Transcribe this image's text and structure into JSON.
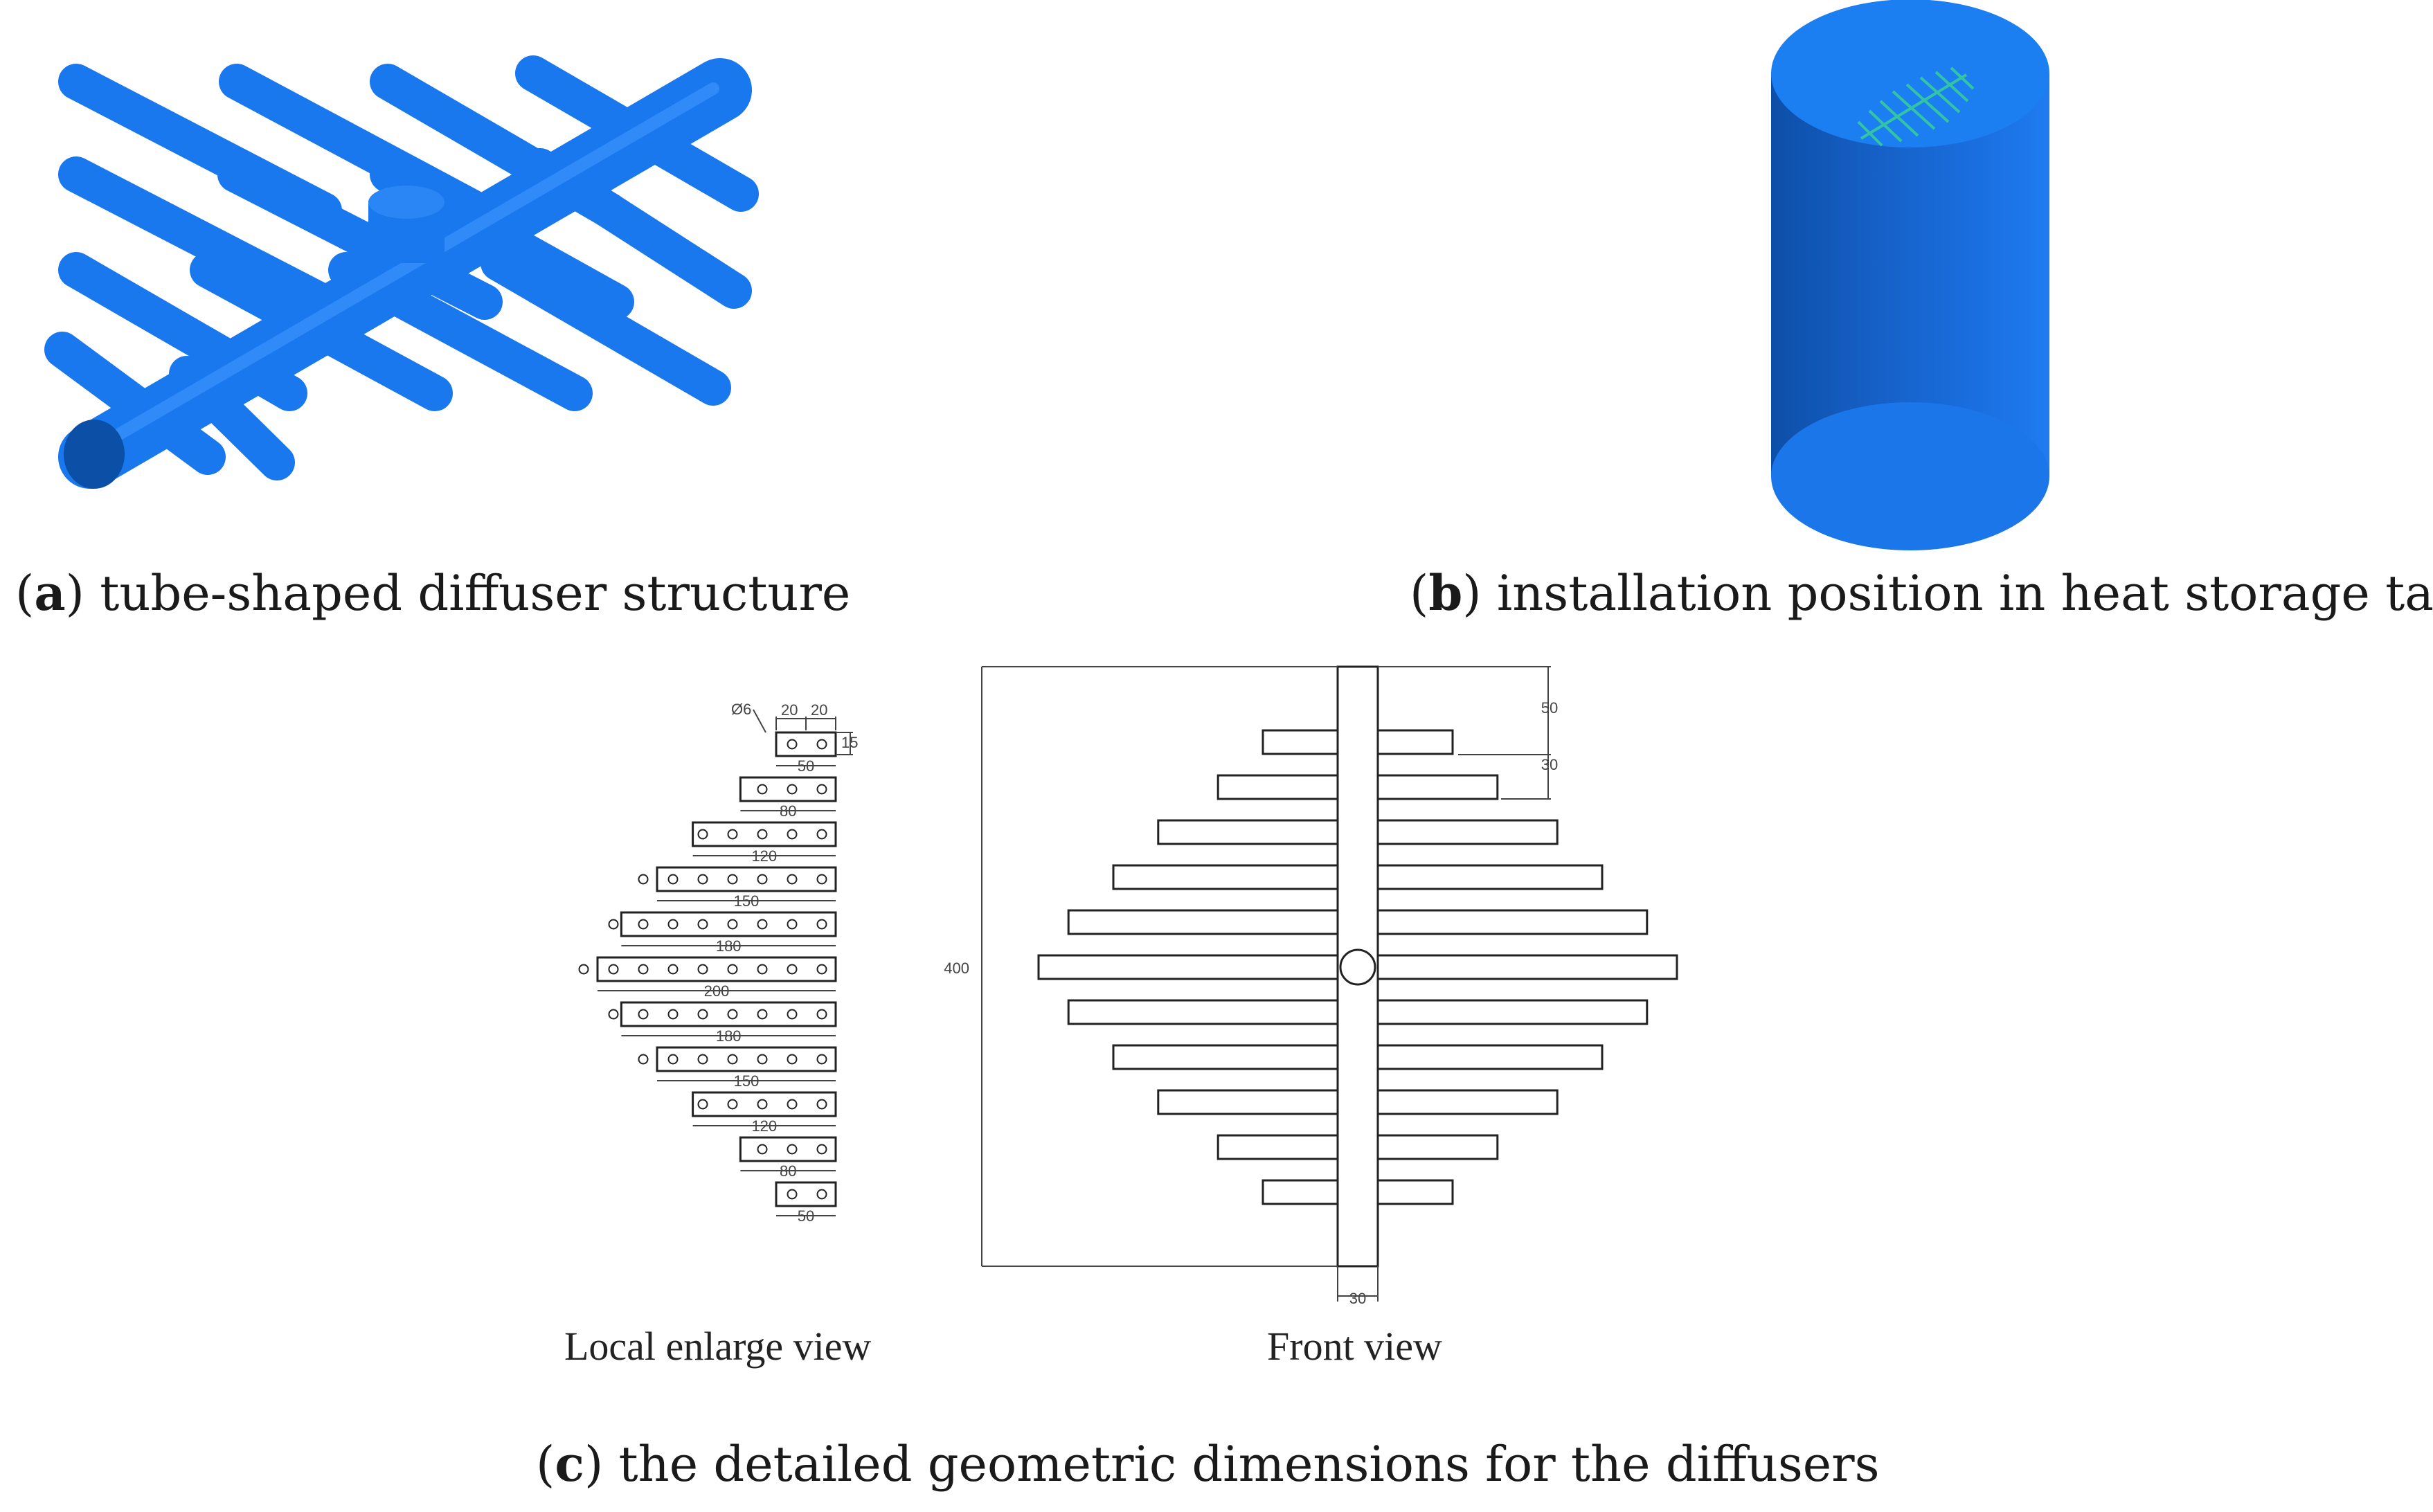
{
  "colors": {
    "pipe_blue": "#1a78ee",
    "pipe_dark": "#0b4fa6",
    "tank_blue": "#1a6fe0",
    "tank_top": "#1b7ff2",
    "diffuser_green": "#35c8a0",
    "drawing_line": "#222222",
    "dimension_text": "#444444"
  },
  "panels": {
    "a": {
      "letter": "a",
      "caption": "tube-shaped diffuser structure"
    },
    "b": {
      "letter": "b",
      "caption": "installation position in heat storage tank"
    },
    "c": {
      "letter": "c",
      "caption": "the detailed geometric dimensions for the diffusers"
    }
  },
  "views": {
    "local": "Local enlarge view",
    "front": "Front view"
  },
  "dimensions": {
    "hole_diameter": "Ø6",
    "spacing_a": "20",
    "spacing_b": "20",
    "branch_width": "15",
    "outer_height": "400",
    "main_width": "30",
    "top_offset": "50",
    "branch_pitch": "30",
    "branch_lengths": [
      "50",
      "80",
      "120",
      "150",
      "180",
      "200",
      "180",
      "150",
      "120",
      "80",
      "50"
    ]
  }
}
